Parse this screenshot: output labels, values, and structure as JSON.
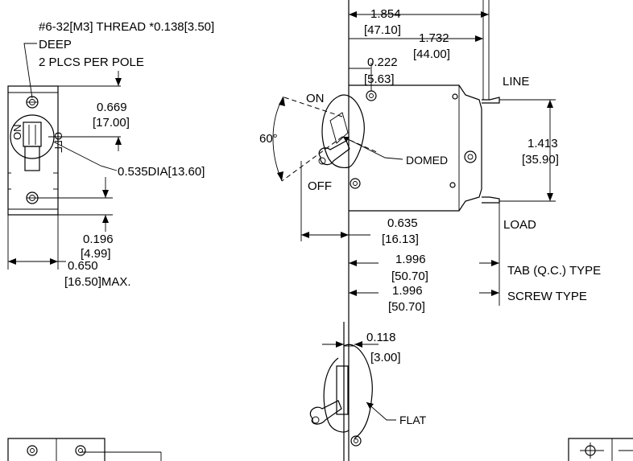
{
  "labels": {
    "thread_line1": "#6-32[M3] THREAD *0.138[3.50]",
    "thread_line2": "DEEP",
    "thread_line3": "2 PLCS PER POLE",
    "dim_0669_in": "0.669",
    "dim_0669_mm": "[17.00]",
    "dim_0535": "0.535DIA[13.60]",
    "dim_0196_in": "0.196",
    "dim_0196_mm": "[4.99]",
    "dim_0650_in": "0.650",
    "dim_0650_mm": "[16.50]MAX.",
    "dim_1854_in": "1.854",
    "dim_1854_mm": "[47.10]",
    "dim_1732_in": "1.732",
    "dim_1732_mm": "[44.00]",
    "dim_0222_in": "0.222",
    "dim_0222_mm": "[5.63]",
    "on": "ON",
    "off": "OFF",
    "angle": "60°",
    "line": "LINE",
    "load": "LOAD",
    "domed": "DOMED",
    "dim_1413_in": "1.413",
    "dim_1413_mm": "[35.90]",
    "dim_0635_in": "0.635",
    "dim_0635_mm": "[16.13]",
    "dim_1996a_in": "1.996",
    "dim_1996a_mm": "[50.70]",
    "tab_type": "TAB (Q.C.) TYPE",
    "dim_1996b_in": "1.996",
    "dim_1996b_mm": "[50.70]",
    "screw_type": "SCREW TYPE",
    "dim_0118_in": "0.118",
    "dim_0118_mm": "[3.00]",
    "flat": "FLAT",
    "switch_on": "ON",
    "switch_off": "OFF"
  }
}
